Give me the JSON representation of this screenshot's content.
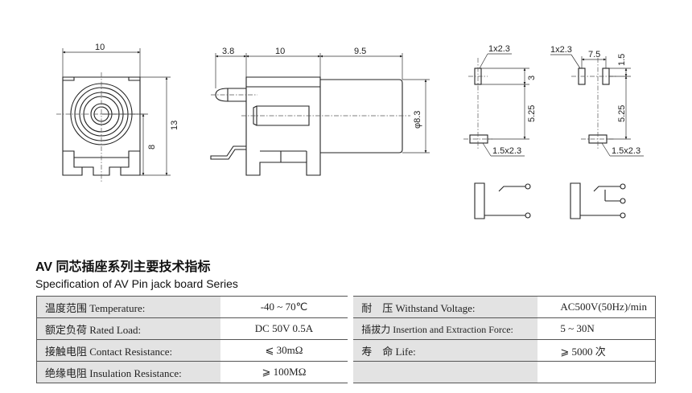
{
  "dimensions": {
    "front_width": "10",
    "front_height": "13",
    "front_center": "8",
    "side_a": "3.8",
    "side_b": "10",
    "side_c": "9.5",
    "side_dia": "φ8.3",
    "pad_1": "1x2.3",
    "pad_2": "1x2.3",
    "pad_3": "1.5x2.3",
    "pad_4": "1.5x2.3",
    "pitch_75": "7.5",
    "h_3": "3",
    "h_15": "1.5",
    "h_525_a": "5.25",
    "h_525_b": "5.25"
  },
  "titles": {
    "cn": "AV 同芯插座系列主要技术指标",
    "en": "Specification of AV Pin jack board Series"
  },
  "spec_rows": [
    {
      "left_label": "温度范围 Temperature:",
      "left_value": "-40 ~ 70℃",
      "right_label": "耐　压 Withstand Voltage:",
      "right_value": "AC500V(50Hz)/min"
    },
    {
      "left_label": "额定负荷 Rated Load:",
      "left_value": "DC  50V  0.5A",
      "right_label": "插拔力 Insertion and Extraction Force:",
      "right_value": "5 ~ 30N"
    },
    {
      "left_label": "接触电阻 Contact  Resistance:",
      "left_value": "⩽ 30mΩ",
      "right_label": "寿　命 Life:",
      "right_value": "⩾ 5000 次"
    },
    {
      "left_label": "绝缘电阻 Insulation  Resistance:",
      "left_value": "⩾ 100MΩ",
      "right_label": "",
      "right_value": ""
    }
  ]
}
